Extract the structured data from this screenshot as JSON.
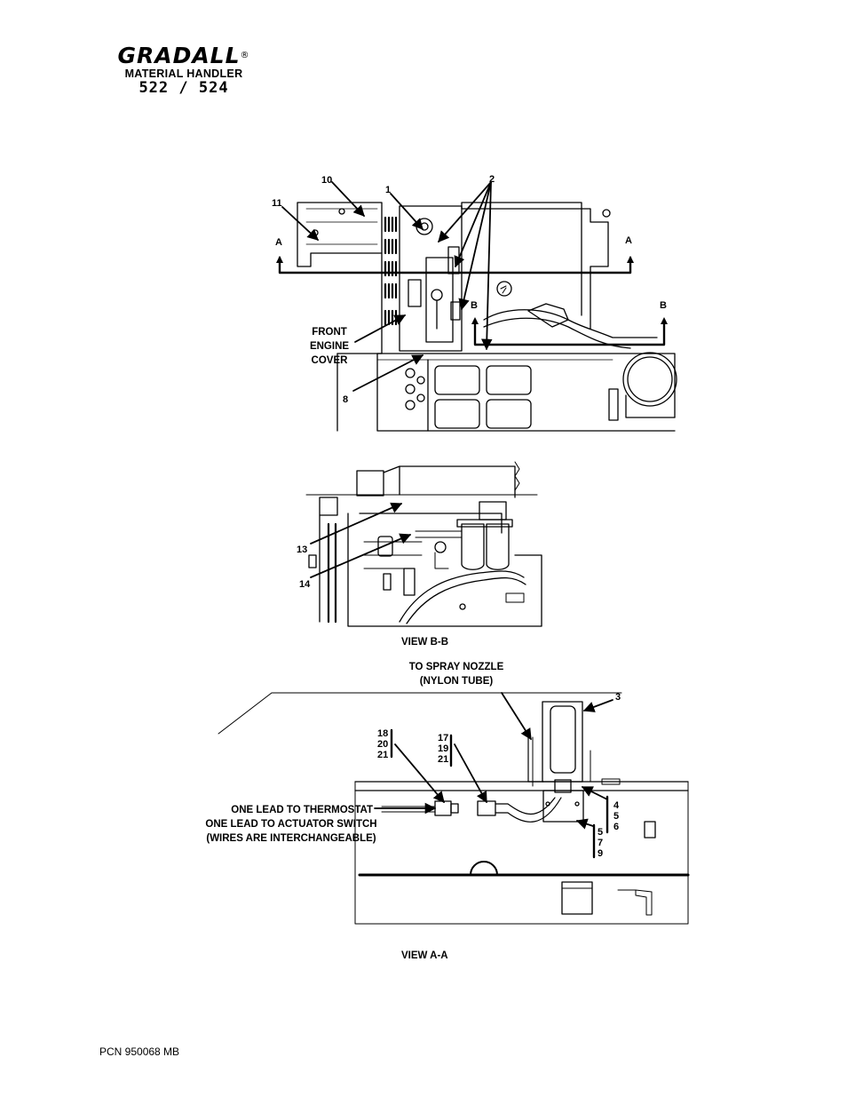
{
  "header": {
    "brand": "GRADALL",
    "registered": "®",
    "subtitle": "MATERIAL HANDLER",
    "model": "522 / 524"
  },
  "top_view": {
    "callouts": {
      "c1": "1",
      "c2": "2",
      "c8": "8",
      "c10": "10",
      "c11": "11",
      "a_left": "A",
      "a_right": "A",
      "b_left": "B",
      "b_right": "B"
    },
    "cover_label": [
      "FRONT",
      "ENGINE",
      "COVER"
    ]
  },
  "view_bb": {
    "callouts": {
      "c13": "13",
      "c14": "14"
    },
    "caption": "VIEW B-B"
  },
  "view_aa": {
    "spray_label": [
      "TO SPRAY NOZZLE",
      "(NYLON TUBE)"
    ],
    "callouts": {
      "c3": "3",
      "group_left": [
        "18",
        "20",
        "21"
      ],
      "group_mid": [
        "17",
        "19",
        "21"
      ],
      "group_r1": [
        "4",
        "5",
        "6"
      ],
      "group_r2": [
        "5",
        "7",
        "9"
      ]
    },
    "wire_note": [
      "ONE LEAD TO THERMOSTAT",
      "ONE LEAD TO ACTUATOR SWITCH",
      "(WIRES ARE INTERCHANGEABLE)"
    ],
    "caption": "VIEW A-A"
  },
  "footer": {
    "pcn": "PCN 950068 MB"
  }
}
